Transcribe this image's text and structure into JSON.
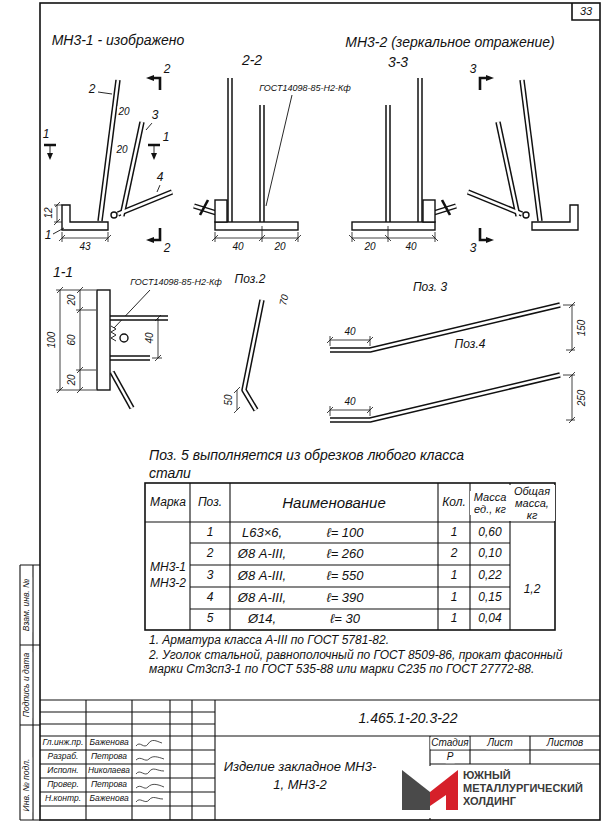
{
  "diagram": {
    "labels": [
      "33",
      "МН3-1 - изображено",
      "МН3-2 (зеркальное отражение)",
      "2-2",
      "3-3",
      "ГОСТ14098-85-Н2-Кф",
      "2",
      "2",
      "1",
      "1",
      "3",
      "3",
      "2",
      "3",
      "4",
      "1",
      "20",
      "20",
      "12",
      "43",
      "40",
      "20",
      "20",
      "40",
      "1-1",
      "ГОСТ14098-85-Н2-Кф",
      "20",
      "100",
      "60",
      "20",
      "40",
      "Поз.2",
      "70",
      "50",
      "Поз. 3",
      "Поз.4",
      "40",
      "150",
      "40",
      "250",
      "Поз. 5 выполняется из обрезков любого класса стали",
      "Марка",
      "Поз.",
      "Наименование",
      "Кол.",
      "Масса ед., кг",
      "Общая масса, кг",
      "МН3-1",
      "МН3-2",
      "1",
      "L63×6,",
      "ℓ= 100",
      "1",
      "0,60",
      "2",
      "Ø8 А-III,",
      "ℓ= 260",
      "2",
      "0,10",
      "3",
      "Ø8 А-III,",
      "ℓ= 550",
      "1",
      "0,22",
      "4",
      "Ø8 А-III,",
      "ℓ= 390",
      "1",
      "0,15",
      "5",
      "Ø14,",
      "ℓ= 30",
      "1",
      "0,04",
      "1,2",
      "1. Арматура класса А-III по ГОСТ 5781-82.",
      "2. Уголок стальной, равнополочный по ГОСТ 8509-86, прокат фасонный марки Ст3сп3-1 по ГОСТ 535-88 или марки С235 по ГОСТ 27772-88.",
      "1.465.1-20.3-22",
      "Гл.инж.пр.",
      "Баженова",
      "Разраб.",
      "Петрова",
      "Исполн.",
      "Николаева",
      "Провер.",
      "Петрова",
      "Н.контр.",
      "Баженова",
      "Изделие закладное МН3-1, МН3-2",
      "Стадия",
      "Лист",
      "Листов",
      "Р",
      "ЮЖНЫЙ МЕТАЛЛУРГИЧЕСКИЙ ХОЛДИНГ",
      "Инв. № подл.",
      "Подпись и дата",
      "Взам. инв. №"
    ]
  }
}
